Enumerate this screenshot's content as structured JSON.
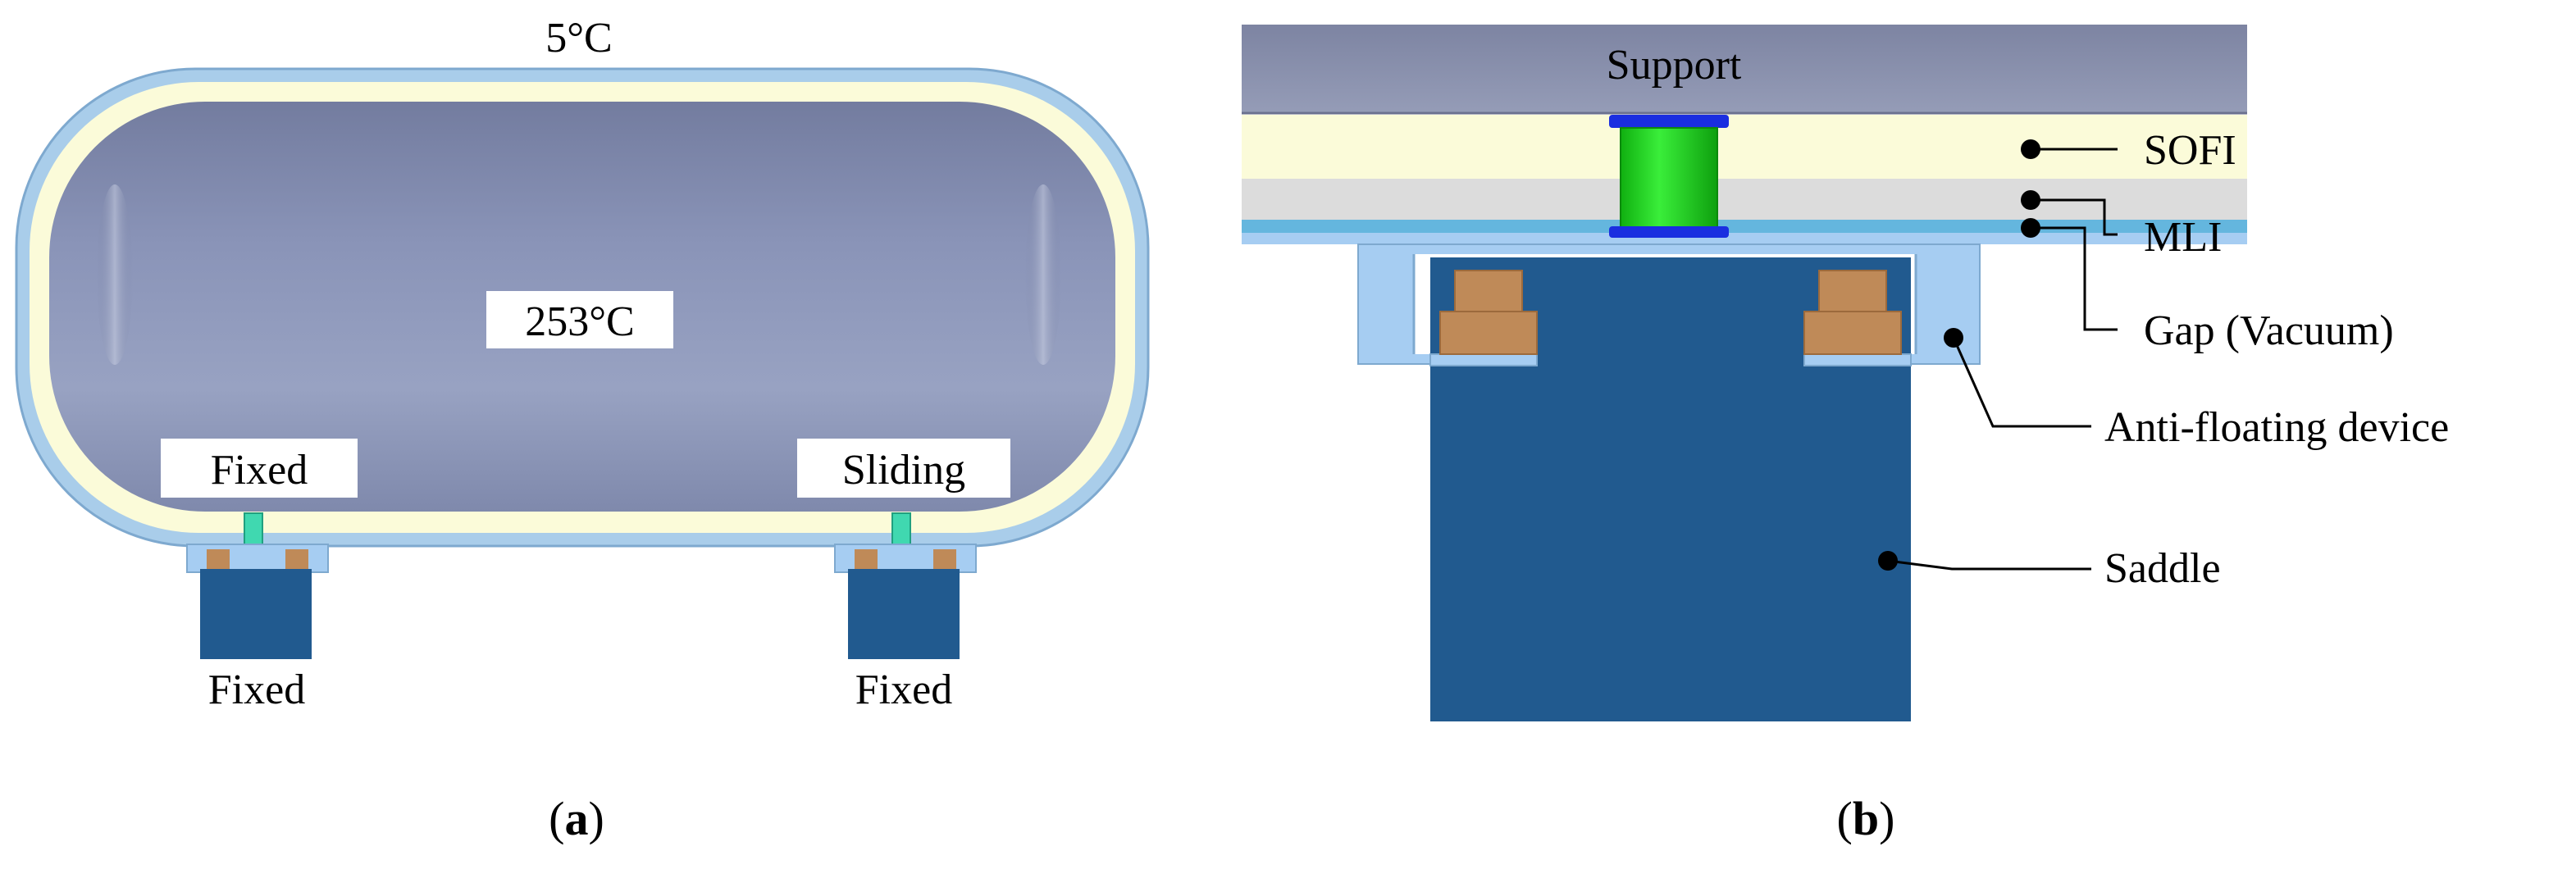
{
  "panel_a": {
    "outer_temp": "5°C",
    "inner_temp": "253°C",
    "left_support_label": "Fixed",
    "right_support_label": "Sliding",
    "left_base_label": "Fixed",
    "right_base_label": "Fixed",
    "caption_open": "(",
    "caption_letter": "a",
    "caption_close": ")"
  },
  "panel_b": {
    "support_label": "Support",
    "callouts": {
      "sofi": "SOFI",
      "mli": "MLI",
      "gap": "Gap (Vacuum)",
      "anti_floating": "Anti-floating device",
      "saddle": "Saddle"
    },
    "caption_open": "(",
    "caption_letter": "b",
    "caption_close": ")"
  },
  "colors": {
    "tank_body": "#8690b4",
    "tank_body_light": "#a7afcb",
    "outer_jacket": "#a9cdea",
    "sofi_layer": "#fbfbd9",
    "support_plate": "#8a91ad",
    "mli_layer": "#dcdcdc",
    "gap_layer": "#64b6de",
    "anti_floating": "#a6cdf2",
    "pad": "#bf8a58",
    "saddle": "#215a8f",
    "support_green": "#22d822",
    "support_cap": "#1a2ee0",
    "small_support": "#40d8b0"
  }
}
